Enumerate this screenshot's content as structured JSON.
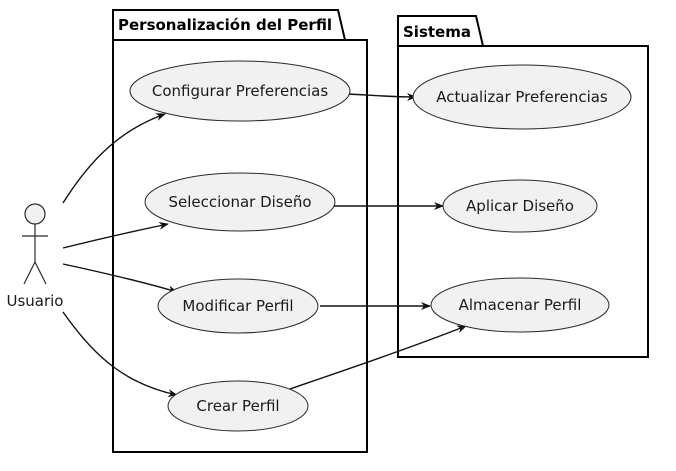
{
  "packages": {
    "personalizacion": {
      "title": "Personalización del Perfil"
    },
    "sistema": {
      "title": "Sistema"
    }
  },
  "actor": {
    "label": "Usuario",
    "icon": "stick-figure-icon"
  },
  "use_cases": {
    "configurar": "Configurar Preferencias",
    "seleccionar": "Seleccionar Diseño",
    "modificar": "Modificar Perfil",
    "crear": "Crear Perfil",
    "actualizar": "Actualizar Preferencias",
    "aplicar": "Aplicar Diseño",
    "almacenar": "Almacenar Perfil"
  },
  "relations": [
    {
      "from": "Usuario",
      "to": "Configurar Preferencias"
    },
    {
      "from": "Usuario",
      "to": "Seleccionar Diseño"
    },
    {
      "from": "Usuario",
      "to": "Modificar Perfil"
    },
    {
      "from": "Usuario",
      "to": "Crear Perfil"
    },
    {
      "from": "Configurar Preferencias",
      "to": "Actualizar Preferencias"
    },
    {
      "from": "Seleccionar Diseño",
      "to": "Aplicar Diseño"
    },
    {
      "from": "Modificar Perfil",
      "to": "Almacenar Perfil"
    },
    {
      "from": "Crear Perfil",
      "to": "Almacenar Perfil"
    }
  ],
  "colors": {
    "use_case_fill": "#f1f1f1",
    "line": "#111111",
    "background": "#ffffff"
  }
}
